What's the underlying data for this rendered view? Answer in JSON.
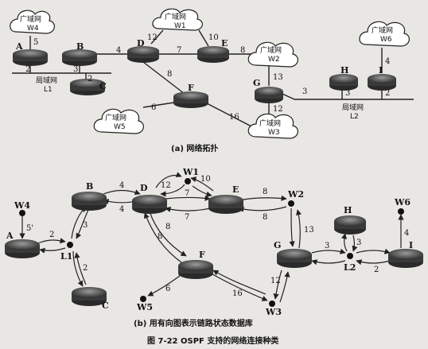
{
  "top": {
    "caption": "(a) 网络拓扑",
    "clouds": [
      {
        "name": "广域网",
        "sub": "W4"
      },
      {
        "name": "广域网",
        "sub": "W1"
      },
      {
        "name": "广域网",
        "sub": "W6"
      },
      {
        "name": "广域网",
        "sub": "W2"
      },
      {
        "name": "广域网",
        "sub": "W5"
      },
      {
        "name": "广域网",
        "sub": "W3"
      }
    ],
    "routers": [
      "A",
      "B",
      "C",
      "D",
      "E",
      "F",
      "G",
      "H",
      "I"
    ],
    "lans": [
      {
        "name": "局域网",
        "sub": "L1"
      },
      {
        "name": "局域网",
        "sub": "L2"
      }
    ],
    "costs": [
      "5",
      "2",
      "3",
      "4",
      "2",
      "12",
      "7",
      "10",
      "8",
      "8",
      "6",
      "16",
      "13",
      "3",
      "12",
      "3",
      "4",
      "2"
    ]
  },
  "bottom": {
    "caption": "(b) 用有向图表示链路状态数据库",
    "nodes": [
      "W4",
      "A",
      "L1",
      "B",
      "C",
      "D",
      "W1",
      "E",
      "W2",
      "F",
      "W5",
      "W3",
      "G",
      "H",
      "L2",
      "W6",
      "I"
    ],
    "costs": [
      "5'",
      "2",
      "3",
      "4",
      "4",
      "2",
      "12",
      "10",
      "7",
      "7",
      "8",
      "8",
      "8",
      "8",
      "13",
      "12",
      "3",
      "3",
      "4",
      "2",
      "6",
      "16"
    ]
  },
  "figure_title": "图 7-22   OSPF 支持的网络连接种类"
}
